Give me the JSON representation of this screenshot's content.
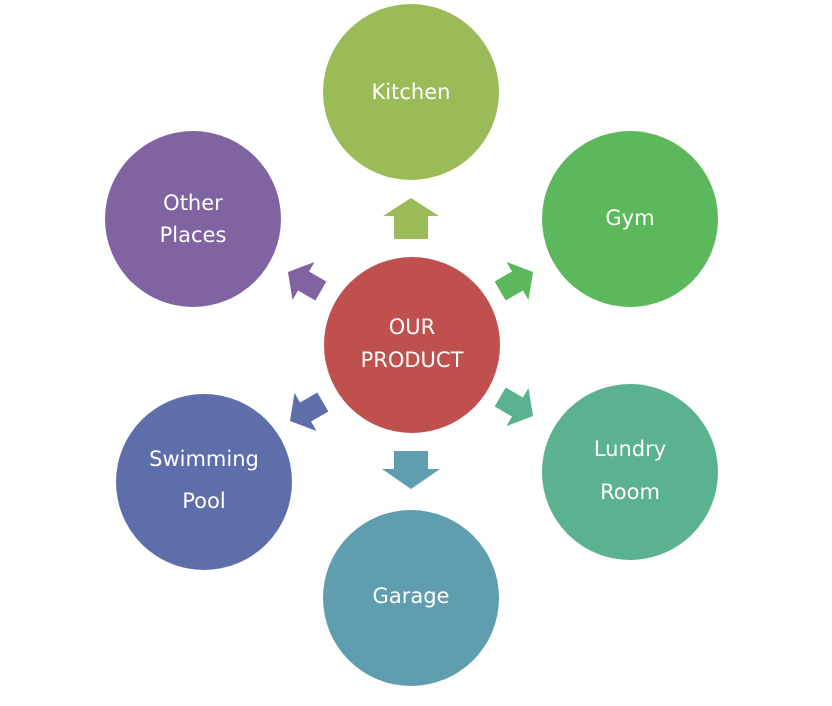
{
  "center": {
    "lines": [
      "OUR",
      "PRODUCT"
    ],
    "color": "#C0504D"
  },
  "nodes": [
    {
      "id": "kitchen",
      "lines": [
        "Kitchen"
      ],
      "color": "#9BBB59"
    },
    {
      "id": "gym",
      "lines": [
        "Gym"
      ],
      "color": "#5CB85C"
    },
    {
      "id": "laundry-room",
      "lines": [
        "Lundry",
        "Room"
      ],
      "color": "#5BB28F"
    },
    {
      "id": "garage",
      "lines": [
        "Garage"
      ],
      "color": "#5F9EAE"
    },
    {
      "id": "swimming-pool",
      "lines": [
        "Swimming",
        "Pool"
      ],
      "color": "#5E6EAA"
    },
    {
      "id": "other-places",
      "lines": [
        "Other",
        "Places"
      ],
      "color": "#8064A2"
    }
  ]
}
